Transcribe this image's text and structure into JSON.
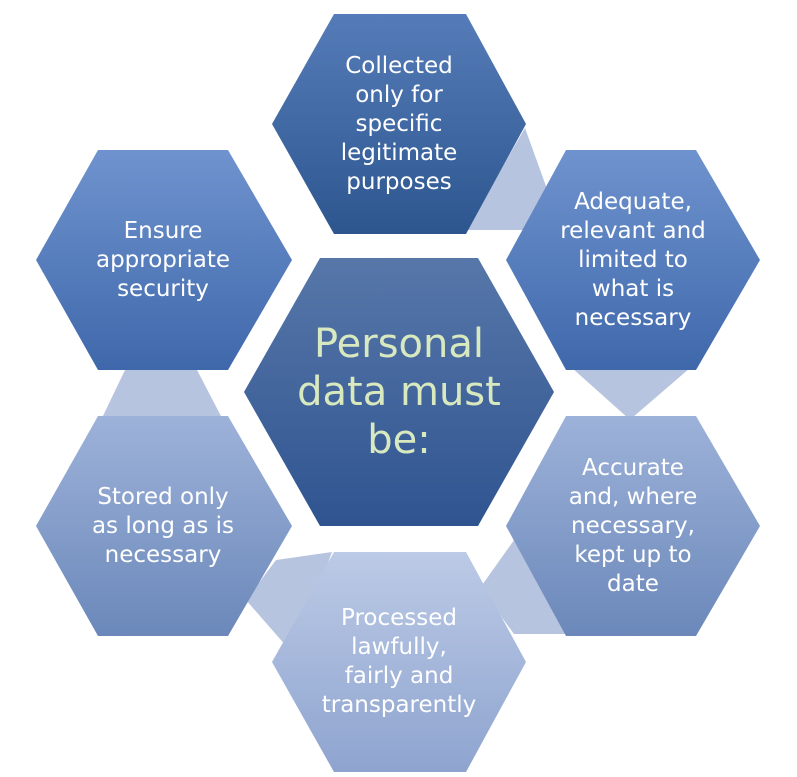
{
  "center": {
    "label": "Personal data must be:",
    "lines": [
      "Personal",
      "data",
      "must be:"
    ]
  },
  "principles": [
    {
      "id": "purpose",
      "lines": [
        "Collected",
        "only for",
        "specific",
        "legitimate",
        "purposes"
      ]
    },
    {
      "id": "minimisation",
      "lines": [
        "Adequate,",
        "relevant and",
        "limited to",
        "what is",
        "necessary"
      ]
    },
    {
      "id": "accuracy",
      "lines": [
        "Accurate",
        "and, where",
        "necessary,",
        "kept up to",
        "date"
      ]
    },
    {
      "id": "lawfulness",
      "lines": [
        "Processed",
        "lawfully,",
        "fairly and",
        "transparently"
      ]
    },
    {
      "id": "storage",
      "lines": [
        "Stored only",
        "as long as is",
        "necessary"
      ]
    },
    {
      "id": "security",
      "lines": [
        "Ensure",
        "appropriate",
        "security"
      ]
    }
  ],
  "colors": {
    "center_text": "#d8e8bf",
    "label_text": "#ffffff",
    "connector": "#b7c4df"
  }
}
